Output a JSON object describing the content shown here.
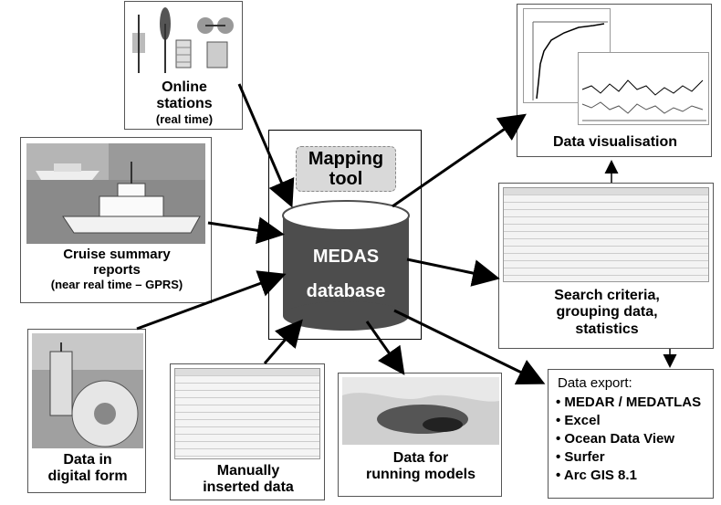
{
  "online_stations": {
    "line1": "Online",
    "line2": "stations",
    "line3": "(real time)"
  },
  "cruise": {
    "line1": "Cruise summary",
    "line2": "reports",
    "line3": "(near real time – GPRS)"
  },
  "data_digital": {
    "line1": "Data in",
    "line2": "digital form"
  },
  "manual": {
    "line1": "Manually",
    "line2": "inserted data"
  },
  "models": {
    "line1": "Data for",
    "line2": "running models"
  },
  "mapping_tool": {
    "line1": "Mapping",
    "line2": "tool"
  },
  "database": {
    "line1": "MEDAS",
    "line2": "database"
  },
  "visualisation": {
    "label": "Data visualisation"
  },
  "search": {
    "line1": "Search criteria,",
    "line2": "grouping data,",
    "line3": "statistics"
  },
  "export": {
    "title": "Data export:",
    "items": [
      "MEDAR / MEDATLAS",
      "Excel",
      "Ocean Data View",
      "Surfer",
      "Arc GIS 8.1"
    ]
  },
  "colors": {
    "db_body": "#4d4d4d",
    "db_top": "#ffffff",
    "mapping_bg": "#d9d9d9",
    "photo_sea": "#8a8a8a"
  }
}
